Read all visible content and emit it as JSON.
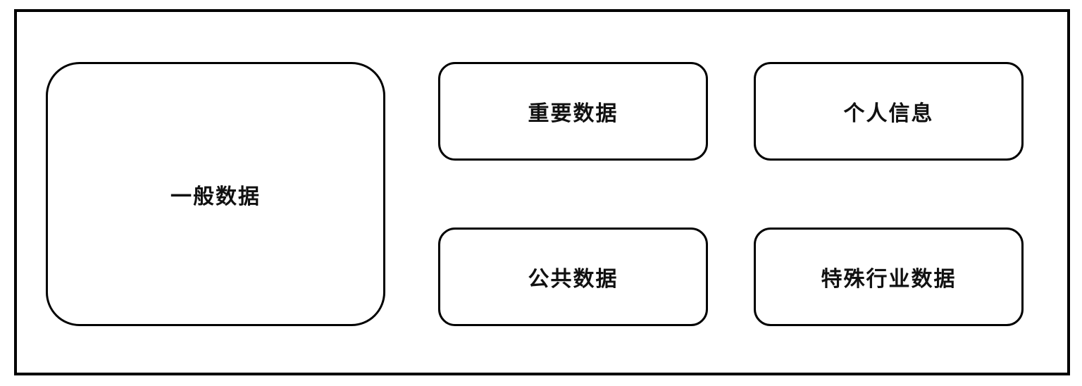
{
  "diagram": {
    "left_box": {
      "label": "一般数据"
    },
    "boxes": [
      {
        "id": "important-data",
        "label": "重要数据"
      },
      {
        "id": "personal-info",
        "label": "个人信息"
      },
      {
        "id": "public-data",
        "label": "公共数据"
      },
      {
        "id": "special-industry-data",
        "label": "特殊行业数据"
      }
    ],
    "colors": {
      "border": "#000000",
      "background": "#ffffff",
      "text": "#111111"
    }
  }
}
